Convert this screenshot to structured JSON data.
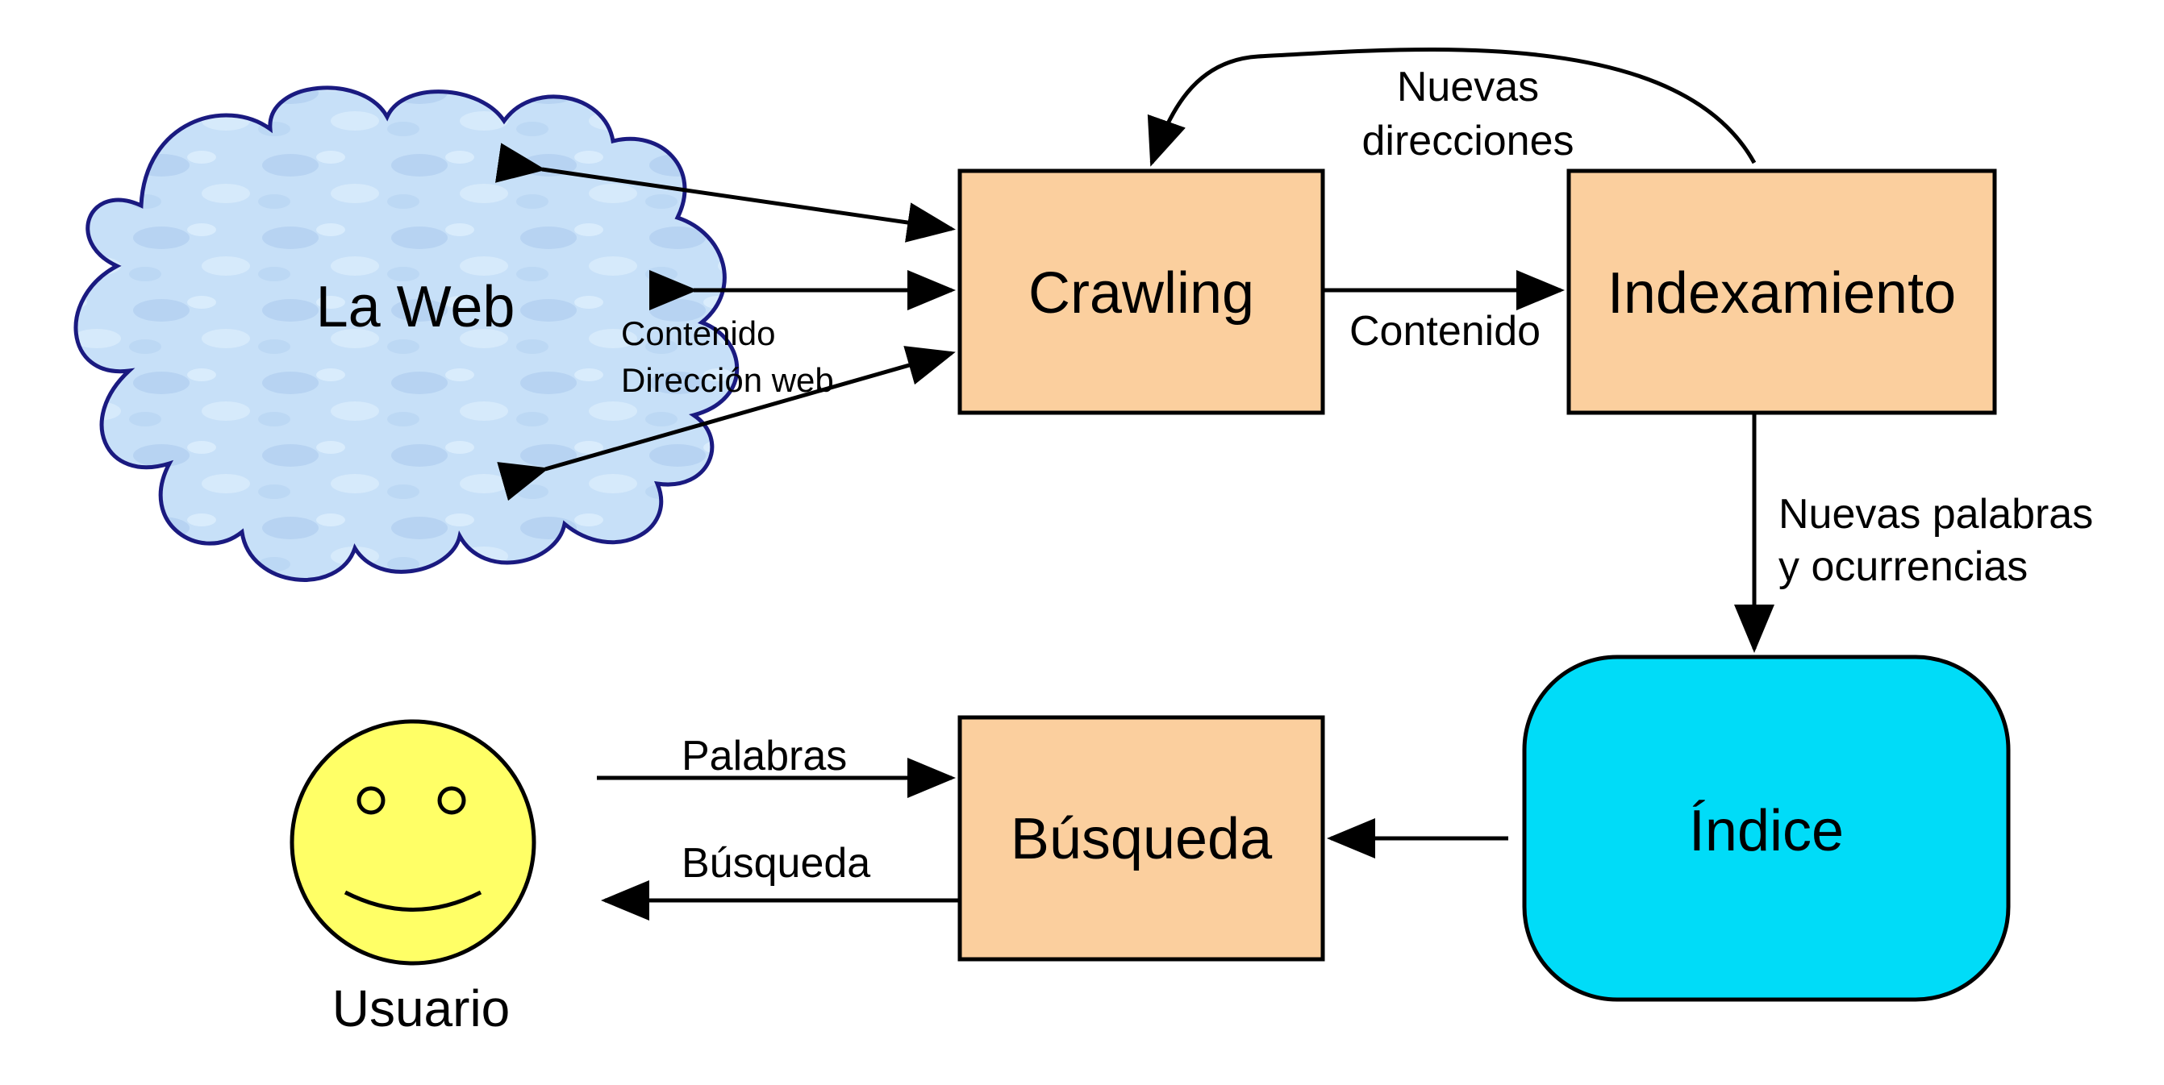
{
  "nodes": {
    "web": "La Web",
    "crawling": "Crawling",
    "indexing": "Indexamiento",
    "index": "Índice",
    "search": "Búsqueda",
    "user": "Usuario"
  },
  "edges": {
    "web_crawling_line1": "Contenido",
    "web_crawling_line2": "Dirección web",
    "crawling_indexing": "Contenido",
    "indexing_crawling_line1": "Nuevas",
    "indexing_crawling_line2": "direcciones",
    "indexing_index_line1": "Nuevas palabras",
    "indexing_index_line2": "y ocurrencias",
    "user_search": "Palabras",
    "search_user": "Búsqueda"
  },
  "colors": {
    "process_box": "#FBCF9E",
    "index_box": "#00DCF8",
    "cloud_fill": "#C7E0F8",
    "cloud_stroke": "#1A1A80",
    "face_fill": "#FFFF66"
  }
}
